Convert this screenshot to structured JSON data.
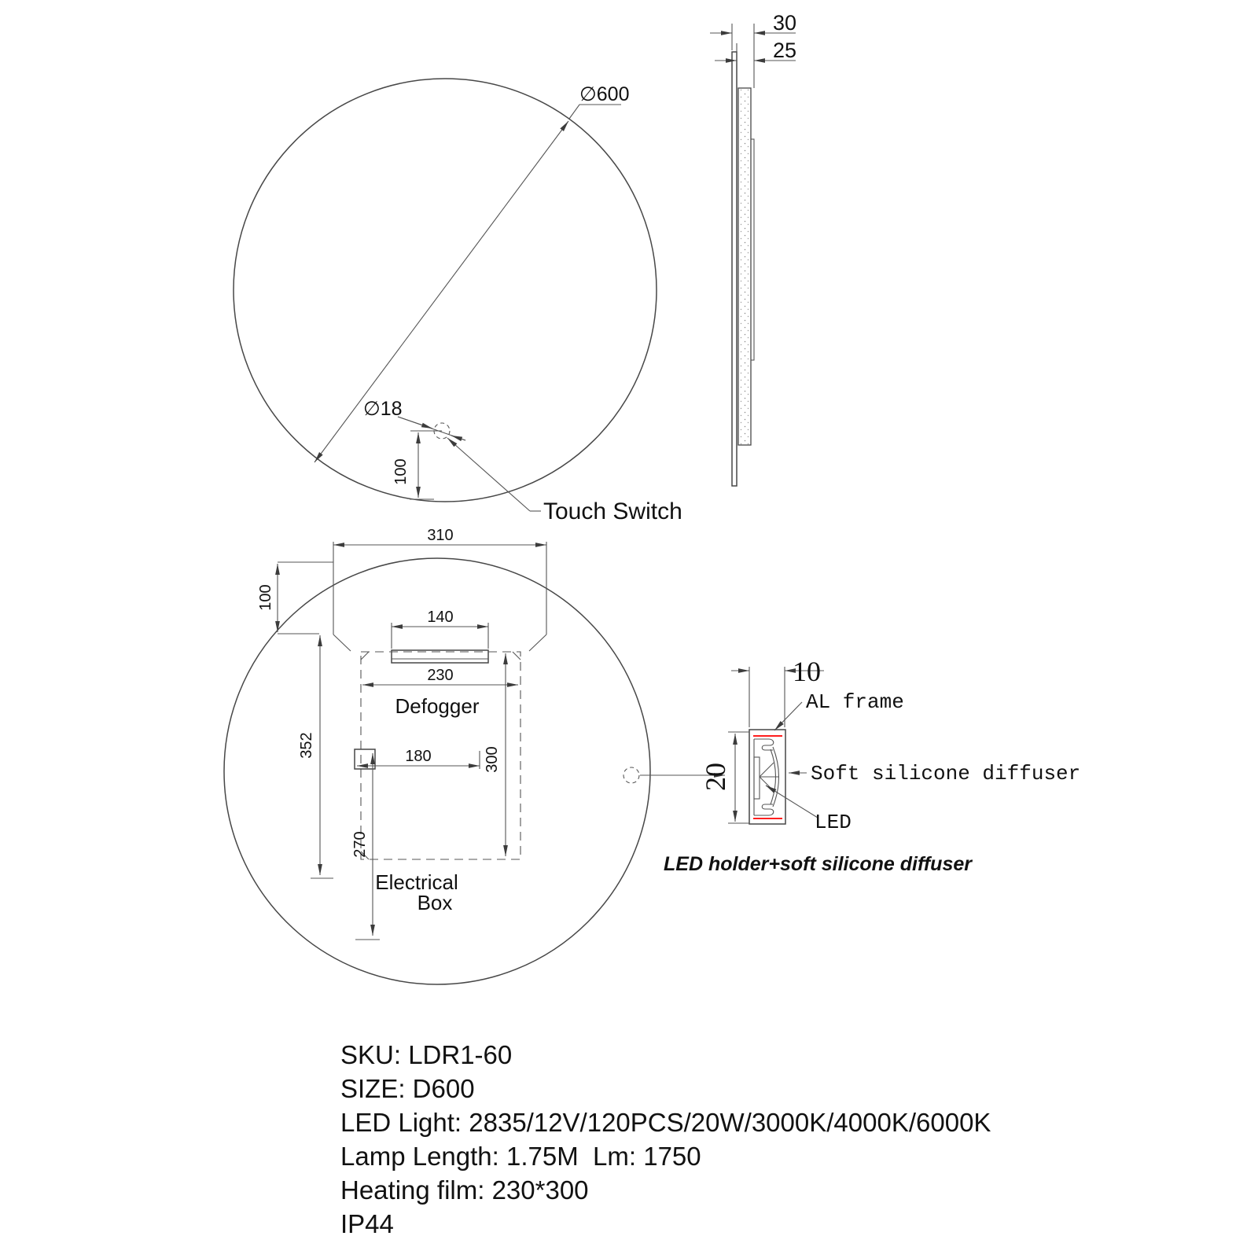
{
  "colors": {
    "line": "#474747",
    "text": "#111111",
    "accent_red": "#ff1e1e",
    "background": "#ffffff"
  },
  "front_view": {
    "diameter_label": "∅600",
    "switch_diameter_label": "∅18",
    "switch_offset_dim": "100",
    "touch_switch_label": "Touch Switch"
  },
  "side_view": {
    "total_depth_dim": "30",
    "frame_depth_dim": "25"
  },
  "back_view": {
    "dim_310": "310",
    "dim_100": "100",
    "dim_140": "140",
    "dim_230": "230",
    "dim_352": "352",
    "dim_180": "180",
    "dim_300": "300",
    "dim_270": "270",
    "defogger_label": "Defogger",
    "electrical_box_line1": "Electrical",
    "electrical_box_line2": "Box"
  },
  "detail_view": {
    "width_dim": "10",
    "height_dim": "20",
    "al_frame_label": "AL frame",
    "diffuser_label": "Soft silicone diffuser",
    "led_label": "LED",
    "caption": "LED holder+soft silicone diffuser"
  },
  "specs": {
    "lines": [
      "SKU: LDR1-60",
      "SIZE: D600",
      "LED Light: 2835/12V/120PCS/20W/3000K/4000K/6000K",
      "Lamp Length: 1.75M  Lm: 1750",
      "Heating film: 230*300",
      "IP44"
    ]
  }
}
